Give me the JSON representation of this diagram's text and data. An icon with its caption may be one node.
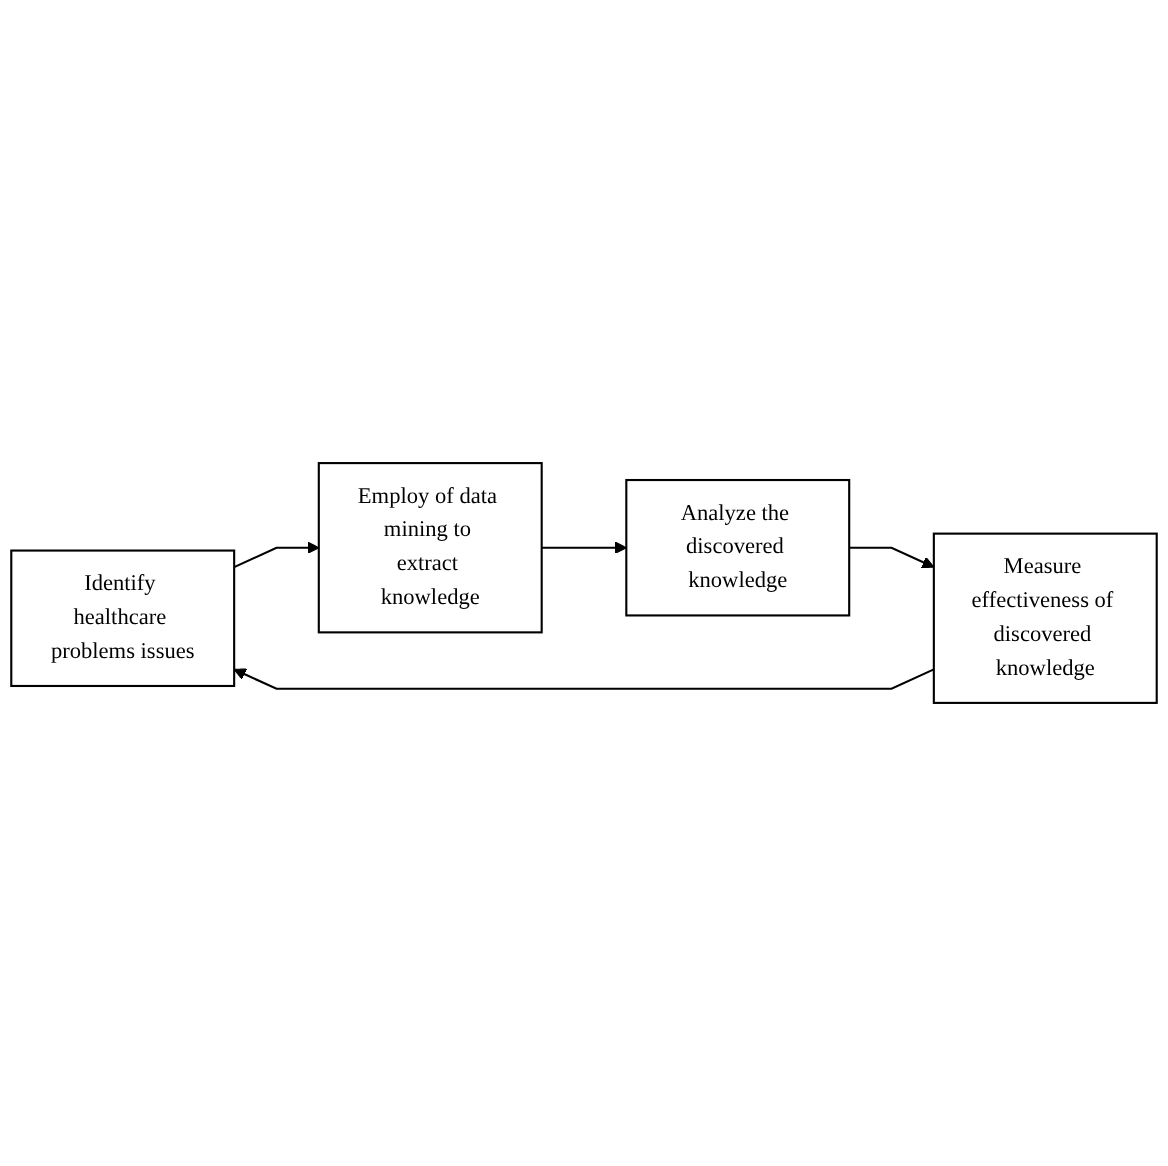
{
  "diagram": {
    "nodes": [
      {
        "text": [
          "Identify healthcare problems issues"
        ]
      },
      {
        "text": [
          "Employ of data mining to extract knowledge"
        ]
      },
      {
        "text": [
          "Analyze the discovered knowledge"
        ]
      },
      {
        "text": [
          "Measure effectiveness of discovered knowledge"
        ]
      }
    ],
    "edges": [
      {
        "from": 0,
        "to": 1,
        "arrow": "to"
      },
      {
        "from": 1,
        "to": 2,
        "arrow": "to"
      },
      {
        "from": 2,
        "to": 3,
        "arrow": "to"
      },
      {
        "from": 3,
        "to": 0,
        "arrow": "to"
      }
    ]
  }
}
